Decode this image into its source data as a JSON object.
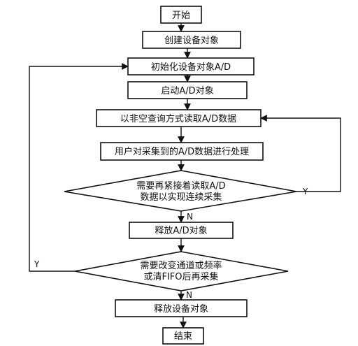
{
  "nodes": {
    "start": "开始",
    "create": "创建设备对象",
    "init": "初始化设备对象A/D",
    "startAD": "启动A/D对象",
    "read": "以非空查询方式读取A/D数据",
    "process": "用户对采集到的A/D数据进行处理",
    "decision1_line1": "需要再紧接着读取A/D",
    "decision1_line2": "数据以实现连续采集",
    "releaseAD": "释放A/D对象",
    "decision2_line1": "需要改变通道或频率",
    "decision2_line2": "或清FIFO后再采集",
    "releaseDev": "释放设备对象",
    "end": "结束"
  },
  "branches": {
    "d1_yes": "Y",
    "d1_no": "N",
    "d2_yes": "Y",
    "d2_no": "N"
  }
}
